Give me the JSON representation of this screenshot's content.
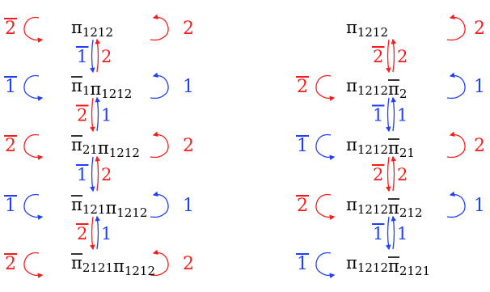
{
  "colors": {
    "op_1": "#1f3fff",
    "op_2": "#ff1a1a",
    "text": "#000000"
  },
  "columns": [
    {
      "nodes": [
        {
          "terms": [
            {
              "sym": "π",
              "bar": false,
              "sub": "1212"
            }
          ],
          "left_loop": {
            "label": "2",
            "bar": true
          },
          "right_loop": {
            "label": "2",
            "bar": false
          }
        },
        {
          "terms": [
            {
              "sym": "π",
              "bar": true,
              "sub": "1"
            },
            {
              "sym": "π",
              "bar": false,
              "sub": "1212"
            }
          ],
          "left_loop": {
            "label": "1",
            "bar": true
          },
          "right_loop": {
            "label": "1",
            "bar": false
          }
        },
        {
          "terms": [
            {
              "sym": "π",
              "bar": true,
              "sub": "21"
            },
            {
              "sym": "π",
              "bar": false,
              "sub": "1212"
            }
          ],
          "left_loop": {
            "label": "2",
            "bar": true
          },
          "right_loop": {
            "label": "2",
            "bar": false
          }
        },
        {
          "terms": [
            {
              "sym": "π",
              "bar": true,
              "sub": "121"
            },
            {
              "sym": "π",
              "bar": false,
              "sub": "1212"
            }
          ],
          "left_loop": {
            "label": "1",
            "bar": true
          },
          "right_loop": {
            "label": "1",
            "bar": false
          }
        },
        {
          "terms": [
            {
              "sym": "π",
              "bar": true,
              "sub": "2121"
            },
            {
              "sym": "π",
              "bar": false,
              "sub": "1212"
            }
          ],
          "left_loop": {
            "label": "2",
            "bar": true
          },
          "right_loop": {
            "label": "2",
            "bar": false
          }
        }
      ],
      "edges": [
        {
          "down": {
            "label": "1",
            "bar": true
          },
          "up": {
            "label": "2",
            "bar": false
          }
        },
        {
          "down": {
            "label": "2",
            "bar": true
          },
          "up": {
            "label": "1",
            "bar": false
          }
        },
        {
          "down": {
            "label": "1",
            "bar": true
          },
          "up": {
            "label": "2",
            "bar": false
          }
        },
        {
          "down": {
            "label": "2",
            "bar": true
          },
          "up": {
            "label": "1",
            "bar": false
          }
        }
      ]
    },
    {
      "nodes": [
        {
          "terms": [
            {
              "sym": "π",
              "bar": false,
              "sub": "1212"
            }
          ],
          "left_loop": null,
          "right_loop": {
            "label": "2",
            "bar": false
          }
        },
        {
          "terms": [
            {
              "sym": "π",
              "bar": false,
              "sub": "1212"
            },
            {
              "sym": "π",
              "bar": true,
              "sub": "2"
            }
          ],
          "left_loop": {
            "label": "2",
            "bar": true
          },
          "right_loop": {
            "label": "1",
            "bar": false
          }
        },
        {
          "terms": [
            {
              "sym": "π",
              "bar": false,
              "sub": "1212"
            },
            {
              "sym": "π",
              "bar": true,
              "sub": "21"
            }
          ],
          "left_loop": {
            "label": "1",
            "bar": true
          },
          "right_loop": {
            "label": "2",
            "bar": false
          }
        },
        {
          "terms": [
            {
              "sym": "π",
              "bar": false,
              "sub": "1212"
            },
            {
              "sym": "π",
              "bar": true,
              "sub": "212"
            }
          ],
          "left_loop": {
            "label": "2",
            "bar": true
          },
          "right_loop": {
            "label": "1",
            "bar": false
          }
        },
        {
          "terms": [
            {
              "sym": "π",
              "bar": false,
              "sub": "1212"
            },
            {
              "sym": "π",
              "bar": true,
              "sub": "2121"
            }
          ],
          "left_loop": {
            "label": "1",
            "bar": true
          },
          "right_loop": null
        }
      ],
      "edges": [
        {
          "down": {
            "label": "2",
            "bar": true
          },
          "up": {
            "label": "2",
            "bar": false
          }
        },
        {
          "down": {
            "label": "1",
            "bar": true
          },
          "up": {
            "label": "1",
            "bar": false
          }
        },
        {
          "down": {
            "label": "2",
            "bar": true
          },
          "up": {
            "label": "2",
            "bar": false
          }
        },
        {
          "down": {
            "label": "1",
            "bar": true
          },
          "up": {
            "label": "1",
            "bar": false
          }
        }
      ]
    }
  ]
}
